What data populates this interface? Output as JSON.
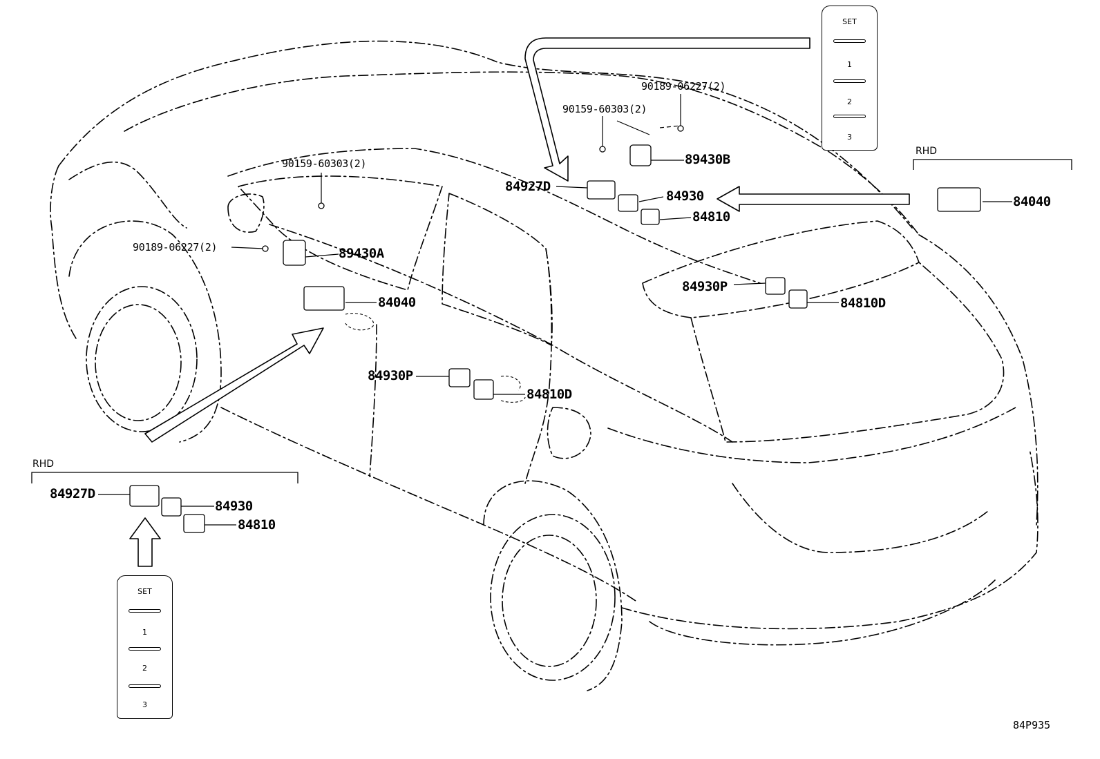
{
  "diagram_code": "84P935",
  "rhd_label": "RHD",
  "parts": {
    "p84927D_top": "84927D",
    "p84930_top": "84930",
    "p84810_top": "84810",
    "p89430B": "89430B",
    "p89430A": "89430A",
    "p84040_left": "84040",
    "p84040_right": "84040",
    "p84930P_right": "84930P",
    "p84810D_right": "84810D",
    "p84930P_mid": "84930P",
    "p84810D_mid": "84810D",
    "p84927D_rhd": "84927D",
    "p84930_rhd": "84930",
    "p84810_rhd": "84810"
  },
  "fasteners": {
    "f90189_top": "90189-06227(2)",
    "f90159_top": "90159-60303(2)",
    "f90159_left": "90159-60303(2)",
    "f90189_left": "90189-06227(2)"
  },
  "switch_panel": {
    "set_label": "SET",
    "buttons": [
      "1",
      "2",
      "3"
    ]
  }
}
